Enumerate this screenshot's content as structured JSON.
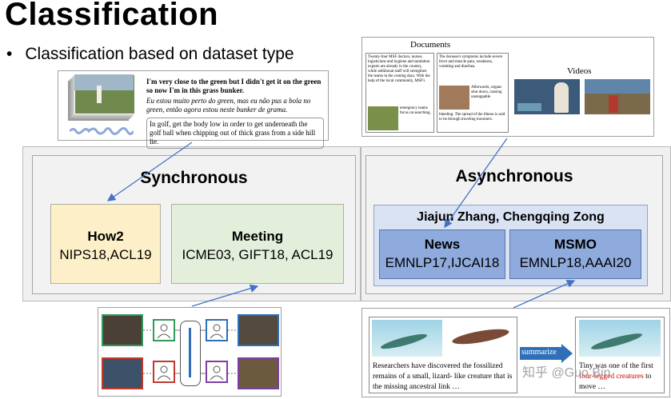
{
  "title": "Classification",
  "bullet": "Classification based on dataset type",
  "sync": {
    "title": "Synchronous",
    "how2": {
      "name": "How2",
      "refs": "NIPS18,ACL19"
    },
    "meeting": {
      "name": "Meeting",
      "refs": "ICME03, GIFT18, ACL19"
    }
  },
  "async": {
    "title": "Asynchronous",
    "group_title": "Jiajun Zhang, Chengqing Zong",
    "news": {
      "name": "News",
      "refs": "EMNLP17,IJCAI18"
    },
    "msmo": {
      "name": "MSMO",
      "refs": "EMNLP18,AAAI20"
    }
  },
  "how2_card": {
    "line1": "I'm very close to the green but I didn't get it on the green so now I'm in this grass bunker.",
    "line2": "Eu estou muito perto do green, mas eu não pus a bola no green, então agora estou neste bunker de grama.",
    "line3": "In golf, get the body low in order to get underneath the golf ball when chipping out of thick grass from a side hill lie."
  },
  "docs_card": {
    "documents_label": "Documents",
    "videos_label": "Videos",
    "col1_top": "Twenty-four MSF doctors, nurses, logisticians and hygiene and sanitation experts are already in the country, while additional staff will strengthen the teams in the coming days. With the help of the local community, MSF's",
    "col1_bottom": "emergency teams focus on searching.",
    "col2_top": "The decease's symptoms include severe fever and muscle pain, weakness, vomiting and diarrhea.",
    "col2_mid": "Afterwards, organs shut down, causing unstoppable",
    "col2_bottom": "bleeding. The spread of the illness is said to be through traveling mourners."
  },
  "msmo_card": {
    "text": "Researchers have discovered the fossilized remains of a small, lizard- like creature that is the missing ancestral link …",
    "button": "summarize",
    "summary_before": "Tiny was one of the first",
    "summary_red": "four-legged creatures",
    "summary_after": "to move …",
    "watermark": "知乎 @Guo Bin"
  },
  "colors": {
    "accent_arrow": "#4472c4",
    "how2_bg": "#fdf0c9",
    "meeting_bg": "#e3efda",
    "group_bg": "#dae3f3",
    "box_bg": "#8faadc",
    "summary_red": "#d00000"
  }
}
